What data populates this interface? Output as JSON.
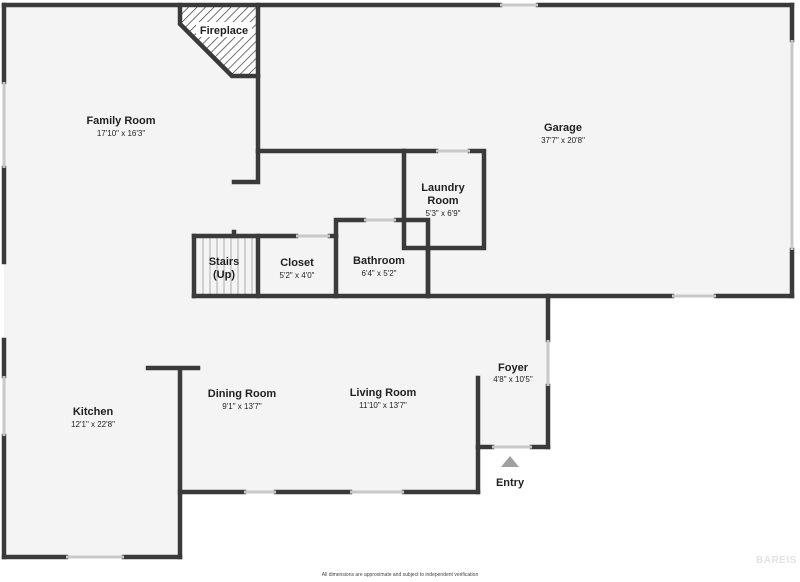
{
  "rooms": {
    "fireplace": {
      "name": "Fireplace"
    },
    "family_room": {
      "name": "Family Room",
      "dims": "17'10\" x 16'3\""
    },
    "garage": {
      "name": "Garage",
      "dims": "37'7\" x 20'8\""
    },
    "laundry": {
      "name_line1": "Laundry",
      "name_line2": "Room",
      "dims": "5'3\" x 6'9\""
    },
    "stairs": {
      "name_line1": "Stairs",
      "name_line2": "(Up)"
    },
    "closet": {
      "name": "Closet",
      "dims": "5'2\" x 4'0\""
    },
    "bathroom": {
      "name": "Bathroom",
      "dims": "6'4\" x 5'2\""
    },
    "foyer": {
      "name": "Foyer",
      "dims": "4'8\" x 10'5\""
    },
    "dining_room": {
      "name": "Dining Room",
      "dims": "9'1\" x 13'7\""
    },
    "living_room": {
      "name": "Living Room",
      "dims": "11'10\" x 13'7\""
    },
    "kitchen": {
      "name": "Kitchen",
      "dims": "12'1\" x 22'8\""
    }
  },
  "entry": {
    "label": "Entry"
  },
  "footer": {
    "disclaimer": "All dimensions are approximate and subject to independent verification"
  },
  "brand": {
    "text": "BAREIS"
  },
  "colors": {
    "wall": "#3a3a3a",
    "floor": "#f4f4f4",
    "window": "#c8c8c8",
    "entry_arrow": "#a0a0a0"
  }
}
